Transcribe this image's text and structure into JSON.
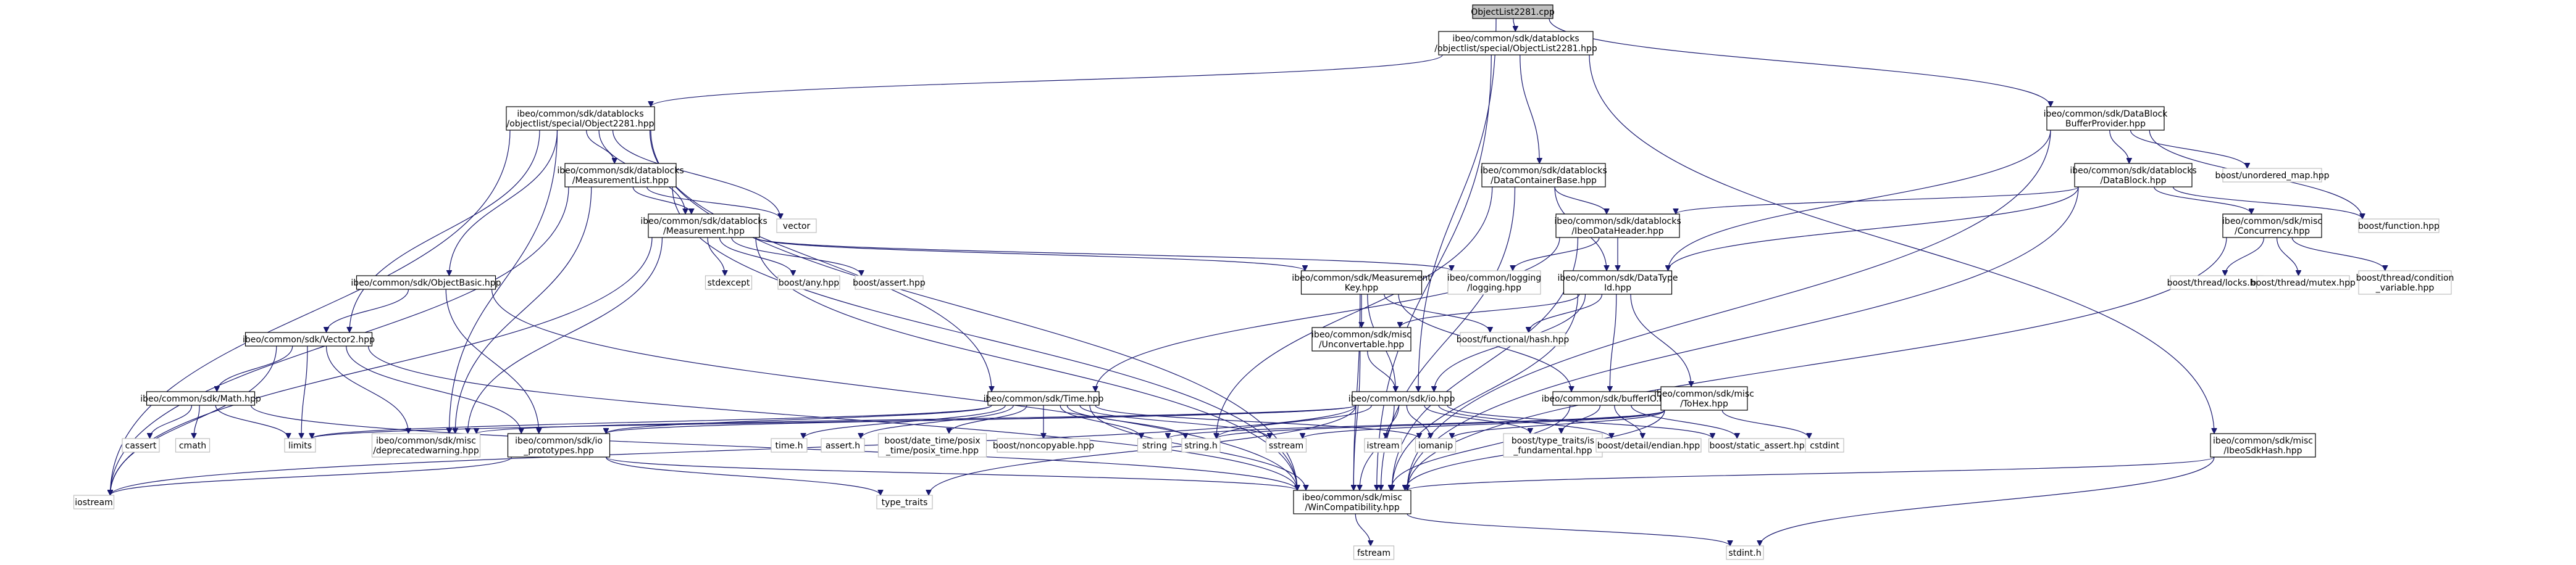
{
  "nodes": {
    "n00": {
      "lines": [
        "ObjectList2281.cpp"
      ]
    },
    "n01": {
      "lines": [
        "ibeo/common/sdk/datablocks",
        "/objectlist/special/ObjectList2281.hpp"
      ]
    },
    "n02": {
      "lines": [
        "ibeo/common/sdk/datablocks",
        "/objectlist/special/Object2281.hpp"
      ]
    },
    "n03": {
      "lines": [
        "ibeo/common/sdk/DataBlock",
        "BufferProvider.hpp"
      ]
    },
    "n04": {
      "lines": [
        "ibeo/common/sdk/datablocks",
        "/MeasurementList.hpp"
      ]
    },
    "n05": {
      "lines": [
        "vector"
      ]
    },
    "n06": {
      "lines": [
        "ibeo/common/sdk/datablocks",
        "/Measurement.hpp"
      ]
    },
    "n07": {
      "lines": [
        "ibeo/common/sdk/datablocks",
        "/DataContainerBase.hpp"
      ]
    },
    "n08": {
      "lines": [
        "ibeo/common/sdk/datablocks",
        "/DataBlock.hpp"
      ]
    },
    "n09": {
      "lines": [
        "boost/unordered_map.hpp"
      ]
    },
    "n10": {
      "lines": [
        "boost/function.hpp"
      ]
    },
    "n11": {
      "lines": [
        "ibeo/common/sdk/datablocks",
        "/IbeoDataHeader.hpp"
      ]
    },
    "n12": {
      "lines": [
        "ibeo/common/sdk/misc",
        "/Concurrency.hpp"
      ]
    },
    "n13": {
      "lines": [
        "ibeo/common/sdk/ObjectBasic.hpp"
      ]
    },
    "n14": {
      "lines": [
        "stdexcept"
      ]
    },
    "n15": {
      "lines": [
        "boost/any.hpp"
      ]
    },
    "n16": {
      "lines": [
        "boost/assert.hpp"
      ]
    },
    "n17": {
      "lines": [
        "ibeo/common/sdk/Measurement",
        "Key.hpp"
      ]
    },
    "n18": {
      "lines": [
        "ibeo/common/logging",
        "/logging.hpp"
      ]
    },
    "n19": {
      "lines": [
        "ibeo/common/sdk/DataType",
        "Id.hpp"
      ]
    },
    "n20": {
      "lines": [
        "boost/thread/locks.hpp"
      ]
    },
    "n21": {
      "lines": [
        "boost/thread/mutex.hpp"
      ]
    },
    "n22": {
      "lines": [
        "boost/thread/condition",
        "_variable.hpp"
      ]
    },
    "n23": {
      "lines": [
        "ibeo/common/sdk/Vector2.hpp"
      ]
    },
    "n24": {
      "lines": [
        "ibeo/common/sdk/misc",
        "/Unconvertable.hpp"
      ]
    },
    "n25": {
      "lines": [
        "boost/functional/hash.hpp"
      ]
    },
    "n26": {
      "lines": [
        "ibeo/common/sdk/Math.hpp"
      ]
    },
    "n27": {
      "lines": [
        "ibeo/common/sdk/Time.hpp"
      ]
    },
    "n28": {
      "lines": [
        "ibeo/common/sdk/io.hpp"
      ]
    },
    "n29": {
      "lines": [
        "ibeo/common/sdk/bufferIO.hpp"
      ]
    },
    "n30": {
      "lines": [
        "ibeo/common/sdk/misc",
        "/ToHex.hpp"
      ]
    },
    "n31": {
      "lines": [
        "cassert"
      ]
    },
    "n32": {
      "lines": [
        "cmath"
      ]
    },
    "n33": {
      "lines": [
        "limits"
      ]
    },
    "n34": {
      "lines": [
        "ibeo/common/sdk/misc",
        "/deprecatedwarning.hpp"
      ]
    },
    "n35": {
      "lines": [
        "ibeo/common/sdk/io",
        "_prototypes.hpp"
      ]
    },
    "n36": {
      "lines": [
        "time.h"
      ]
    },
    "n37": {
      "lines": [
        "assert.h"
      ]
    },
    "n38": {
      "lines": [
        "boost/date_time/posix",
        "_time/posix_time.hpp"
      ]
    },
    "n39": {
      "lines": [
        "boost/noncopyable.hpp"
      ]
    },
    "n40": {
      "lines": [
        "string"
      ]
    },
    "n41": {
      "lines": [
        "string.h"
      ]
    },
    "n42": {
      "lines": [
        "sstream"
      ]
    },
    "n43": {
      "lines": [
        "istream"
      ]
    },
    "n44": {
      "lines": [
        "iomanip"
      ]
    },
    "n45": {
      "lines": [
        "boost/type_traits/is",
        "_fundamental.hpp"
      ]
    },
    "n46": {
      "lines": [
        "boost/detail/endian.hpp"
      ]
    },
    "n47": {
      "lines": [
        "boost/static_assert.hpp"
      ]
    },
    "n48": {
      "lines": [
        "cstdint"
      ]
    },
    "n49": {
      "lines": [
        "ibeo/common/sdk/misc",
        "/IbeoSdkHash.hpp"
      ]
    },
    "n50": {
      "lines": [
        "iostream"
      ]
    },
    "n51": {
      "lines": [
        "type_traits"
      ]
    },
    "n52": {
      "lines": [
        "ibeo/common/sdk/misc",
        "/WinCompatibility.hpp"
      ]
    },
    "n53": {
      "lines": [
        "fstream"
      ]
    },
    "n54": {
      "lines": [
        "stdint.h"
      ]
    }
  }
}
